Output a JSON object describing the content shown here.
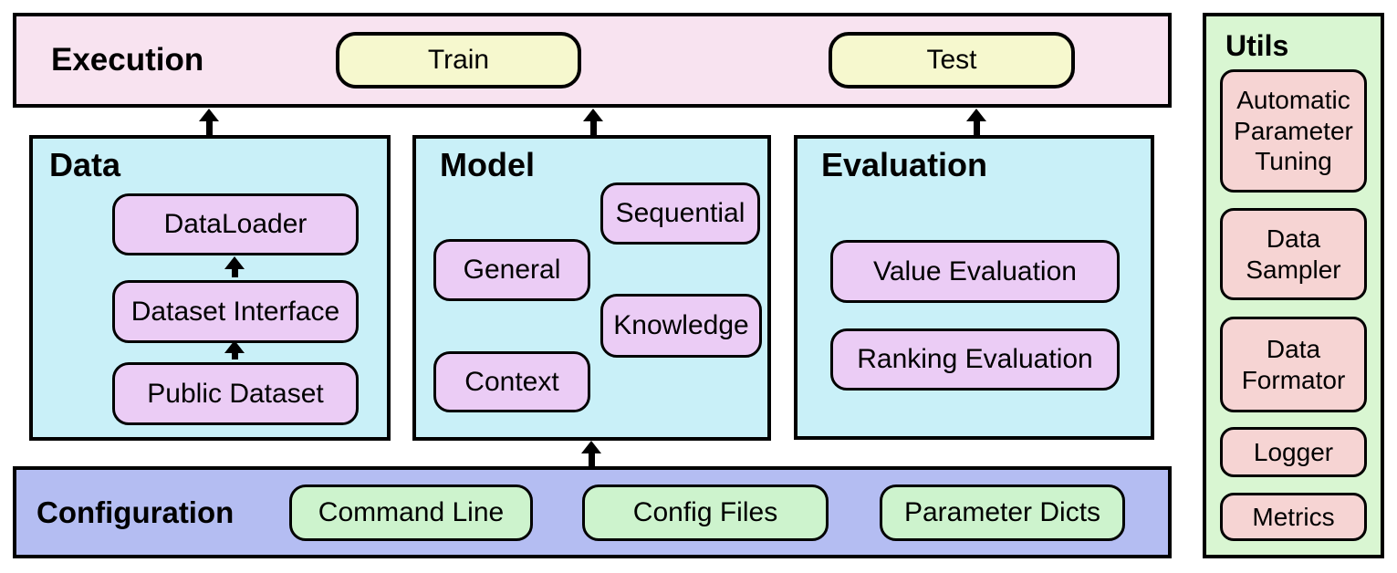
{
  "colors": {
    "execution_bg": "#f8e3f0",
    "button_yellow": "#f6f8ce",
    "panel_cyan": "#c9f0f8",
    "pill_purple": "#ebccf5",
    "config_bg": "#b4bdf2",
    "pill_green": "#cdf3cd",
    "utils_bg": "#d9f6d2",
    "pill_pink": "#f6d4d3",
    "border": "#000000"
  },
  "execution": {
    "title": "Execution",
    "buttons": [
      "Train",
      "Test"
    ]
  },
  "panels": [
    {
      "title": "Data",
      "items": [
        "DataLoader",
        "Dataset Interface",
        "Public Dataset"
      ]
    },
    {
      "title": "Model",
      "items": [
        "Sequential",
        "General",
        "Knowledge",
        "Context"
      ]
    },
    {
      "title": "Evaluation",
      "items": [
        "Value Evaluation",
        "Ranking Evaluation"
      ]
    }
  ],
  "configuration": {
    "title": "Configuration",
    "buttons": [
      "Command Line",
      "Config Files",
      "Parameter Dicts"
    ]
  },
  "utils": {
    "title": "Utils",
    "items": [
      "Automatic Parameter Tuning",
      "Data Sampler",
      "Data Formator",
      "Logger",
      "Metrics"
    ]
  },
  "arrows": [
    {
      "from": "Data",
      "to": "Execution"
    },
    {
      "from": "Model",
      "to": "Execution"
    },
    {
      "from": "Evaluation",
      "to": "Execution"
    },
    {
      "from": "Configuration",
      "to": "Model"
    },
    {
      "from": "Dataset Interface",
      "to": "DataLoader"
    },
    {
      "from": "Public Dataset",
      "to": "Dataset Interface"
    }
  ]
}
